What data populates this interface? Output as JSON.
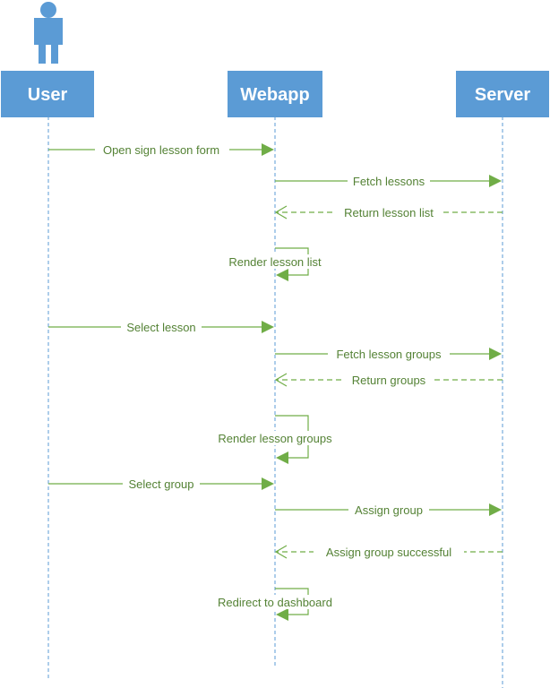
{
  "lifelines": [
    {
      "id": "user",
      "label": "User"
    },
    {
      "id": "webapp",
      "label": "Webapp"
    },
    {
      "id": "server",
      "label": "Server"
    }
  ],
  "messages": [
    {
      "from": "user",
      "to": "webapp",
      "kind": "sync",
      "label": "Open sign lesson form"
    },
    {
      "from": "webapp",
      "to": "server",
      "kind": "sync",
      "label": "Fetch lessons"
    },
    {
      "from": "server",
      "to": "webapp",
      "kind": "return",
      "label": "Return lesson list"
    },
    {
      "from": "webapp",
      "to": "webapp",
      "kind": "self",
      "label": "Render lesson list"
    },
    {
      "from": "user",
      "to": "webapp",
      "kind": "sync",
      "label": "Select lesson"
    },
    {
      "from": "webapp",
      "to": "server",
      "kind": "sync",
      "label": "Fetch lesson groups"
    },
    {
      "from": "server",
      "to": "webapp",
      "kind": "return",
      "label": "Return groups"
    },
    {
      "from": "webapp",
      "to": "webapp",
      "kind": "self",
      "label": "Render lesson groups"
    },
    {
      "from": "user",
      "to": "webapp",
      "kind": "sync",
      "label": "Select group"
    },
    {
      "from": "webapp",
      "to": "server",
      "kind": "sync",
      "label": "Assign group"
    },
    {
      "from": "server",
      "to": "webapp",
      "kind": "return",
      "label": "Assign group successful"
    },
    {
      "from": "webapp",
      "to": "webapp",
      "kind": "self",
      "label": "Redirect to dashboard"
    }
  ],
  "colors": {
    "header": "#5b9bd5",
    "lifeline": "#5b9bd5",
    "message": "#70ad47",
    "message_text": "#548235",
    "actor": "#5b9bd5"
  },
  "icons": {
    "actor": "person-icon"
  }
}
